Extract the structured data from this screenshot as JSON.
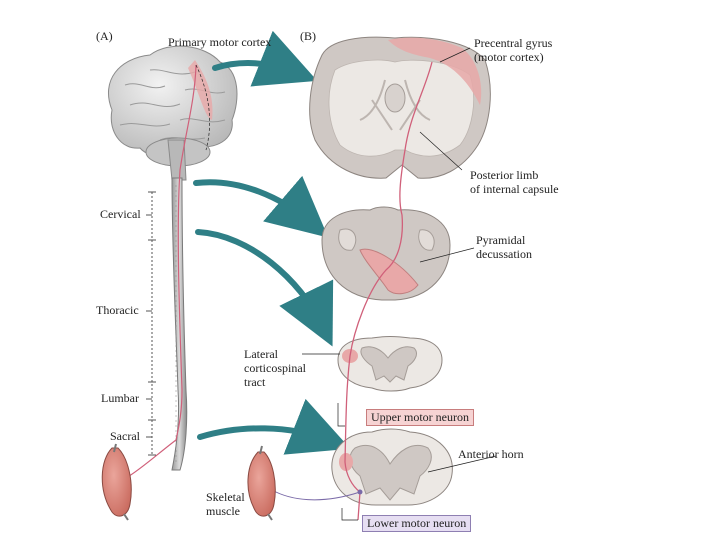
{
  "panels": {
    "a": "(A)",
    "b": "(B)"
  },
  "labels": {
    "primary_motor_cortex": "Primary motor cortex",
    "precentral_gyrus_1": "Precentral gyrus",
    "precentral_gyrus_2": "(motor cortex)",
    "posterior_limb_1": "Posterior limb",
    "posterior_limb_2": "of internal capsule",
    "pyramidal_1": "Pyramidal",
    "pyramidal_2": "decussation",
    "lateral_1": "Lateral",
    "lateral_2": "corticospinal",
    "lateral_3": "tract",
    "upper_motor_neuron": "Upper motor neuron",
    "anterior_horn": "Anterior horn",
    "skeletal_1": "Skeletal",
    "skeletal_2": "muscle",
    "lower_motor_neuron": "Lower motor neuron"
  },
  "spinal_regions": {
    "cervical": "Cervical",
    "thoracic": "Thoracic",
    "lumbar": "Lumbar",
    "sacral": "Sacral"
  },
  "colors": {
    "tract_pink": "#e8a8a8",
    "tract_line": "#d0607a",
    "arrow_teal": "#2f7f86",
    "tissue_gray": "#cfc8c4",
    "white_matter": "#ece8e4",
    "umn_box": "#f6d3d3",
    "lmn_box": "#e6def2",
    "muscle": "#d98077"
  }
}
